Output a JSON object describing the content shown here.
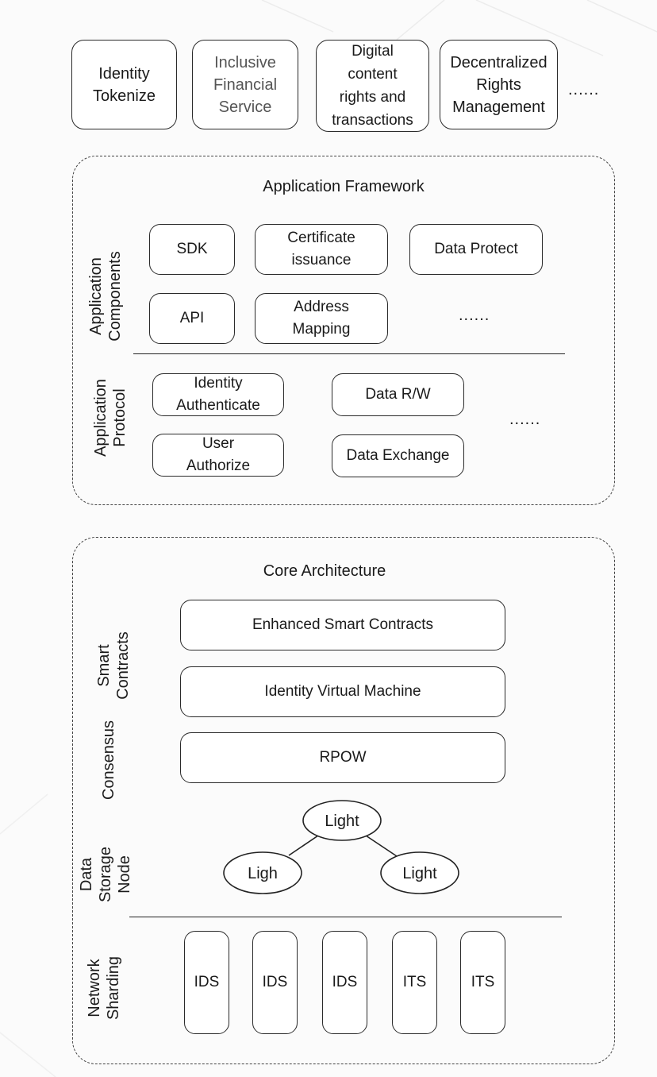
{
  "top_row": {
    "items": [
      {
        "label": "Identity\nTokenize"
      },
      {
        "label": "Inclusive\nFinancial\nService"
      },
      {
        "label": "Digital\ncontent\nrights and\ntransactions"
      },
      {
        "label": "Decentralized\nRights\nManagement"
      }
    ],
    "ellipsis": "......"
  },
  "application_framework": {
    "title": "Application Framework",
    "components": {
      "label": "Application\nComponents",
      "items": [
        {
          "label": "SDK"
        },
        {
          "label": "Certificate\nissuance"
        },
        {
          "label": "Data Protect"
        },
        {
          "label": "API"
        },
        {
          "label": "Address\nMapping"
        }
      ],
      "ellipsis": "......"
    },
    "protocol": {
      "label": "Application\nProtocol",
      "items": [
        {
          "label": "Identity\nAuthenticate"
        },
        {
          "label": "Data R/W"
        },
        {
          "label": "User\nAuthorize"
        },
        {
          "label": "Data Exchange"
        }
      ],
      "ellipsis": "......"
    }
  },
  "core_architecture": {
    "title": "Core Architecture",
    "smart_contracts": {
      "label": "Smart\nContracts",
      "items": [
        {
          "label": "Enhanced Smart Contracts"
        },
        {
          "label": "Identity Virtual Machine"
        }
      ]
    },
    "consensus": {
      "label": "Consensus",
      "items": [
        {
          "label": "RPOW"
        }
      ]
    },
    "data_storage": {
      "label": "Data\nStorage\nNode",
      "nodes": [
        {
          "label": "Light"
        },
        {
          "label": "Ligh"
        },
        {
          "label": "Light"
        }
      ]
    },
    "network_sharding": {
      "label": "Network\nSharding",
      "shards": [
        {
          "label": "IDS"
        },
        {
          "label": "IDS"
        },
        {
          "label": "IDS"
        },
        {
          "label": "ITS"
        },
        {
          "label": "ITS"
        }
      ]
    }
  }
}
